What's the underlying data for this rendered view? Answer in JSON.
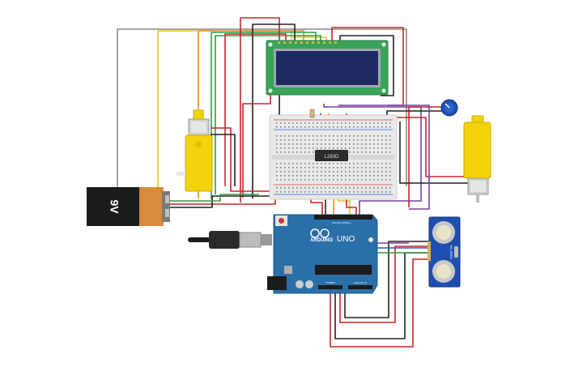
{
  "battery": {
    "label": "9V"
  },
  "lcd": {
    "lines": [
      "",
      ""
    ]
  },
  "chip": {
    "label": "L293D"
  },
  "arduino": {
    "brand": "ARDUINO",
    "model": "UNO",
    "power_header": "POWER",
    "analog_header": "ANALOG IN",
    "digital_header": "DIGITAL (PWM~)"
  },
  "sensor": {
    "label": "HC-SR04"
  },
  "colors": {
    "wire_red": "#c8252b",
    "wire_black": "#222222",
    "wire_orange": "#f08a24",
    "wire_yellow": "#e8c12a",
    "wire_green": "#2f9e3e",
    "wire_purple": "#7a3fa0",
    "wire_blue": "#2a5db0",
    "wire_gray": "#8a8a8a",
    "lcd_pcb": "#3aa35a",
    "lcd_screen": "#1e2b63",
    "arduino_board": "#2a6fa8",
    "motor_yellow": "#f2d20a",
    "battery_orange": "#d98a3c",
    "battery_black": "#1c1c1c"
  }
}
